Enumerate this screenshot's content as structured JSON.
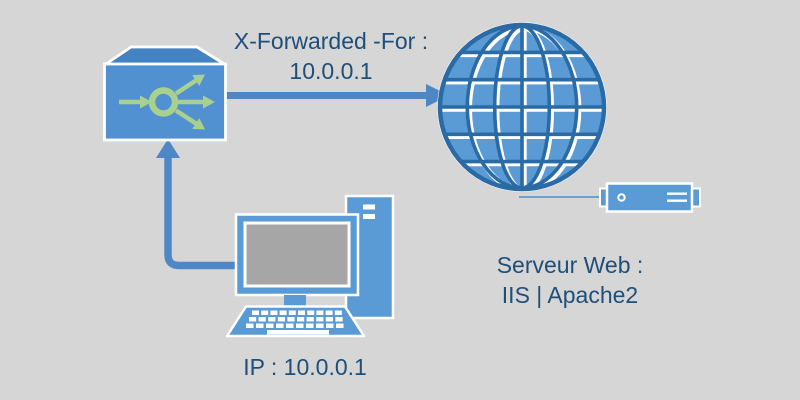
{
  "background_color": "#d6d6d6",
  "colors": {
    "icon_blue": "#5b9bd5",
    "router_front_blue": "#5191d1",
    "router_top_blue": "#4383c4",
    "arrow_blue": "#4f86c5",
    "globe_grid_blue": "#2a6aa5",
    "text_blue": "#1f4e79",
    "accent_green": "#a9d18e",
    "screen_gray": "#a6a6a6",
    "outline_white": "#ffffff"
  },
  "labels": {
    "forwarded_header": {
      "line1": "X-Forwarded -For :",
      "line2": "10.0.0.1"
    },
    "web_server": {
      "line1": "Serveur Web :",
      "line2": "IIS | Apache2"
    },
    "client_ip": "IP : 10.0.0.1"
  },
  "icons": [
    {
      "name": "proxy-router-icon",
      "meaning": "proxy / load-balancer box with green fan-out arrows"
    },
    {
      "name": "globe-icon",
      "meaning": "internet / web globe"
    },
    {
      "name": "server-appliance-icon",
      "meaning": "rack server unit linked to globe"
    },
    {
      "name": "desktop-computer-icon",
      "meaning": "client desktop computer"
    },
    {
      "name": "arrow-router-to-globe",
      "meaning": "request flow from proxy to web server"
    },
    {
      "name": "arrow-computer-to-router",
      "meaning": "request flow from client to proxy"
    }
  ]
}
